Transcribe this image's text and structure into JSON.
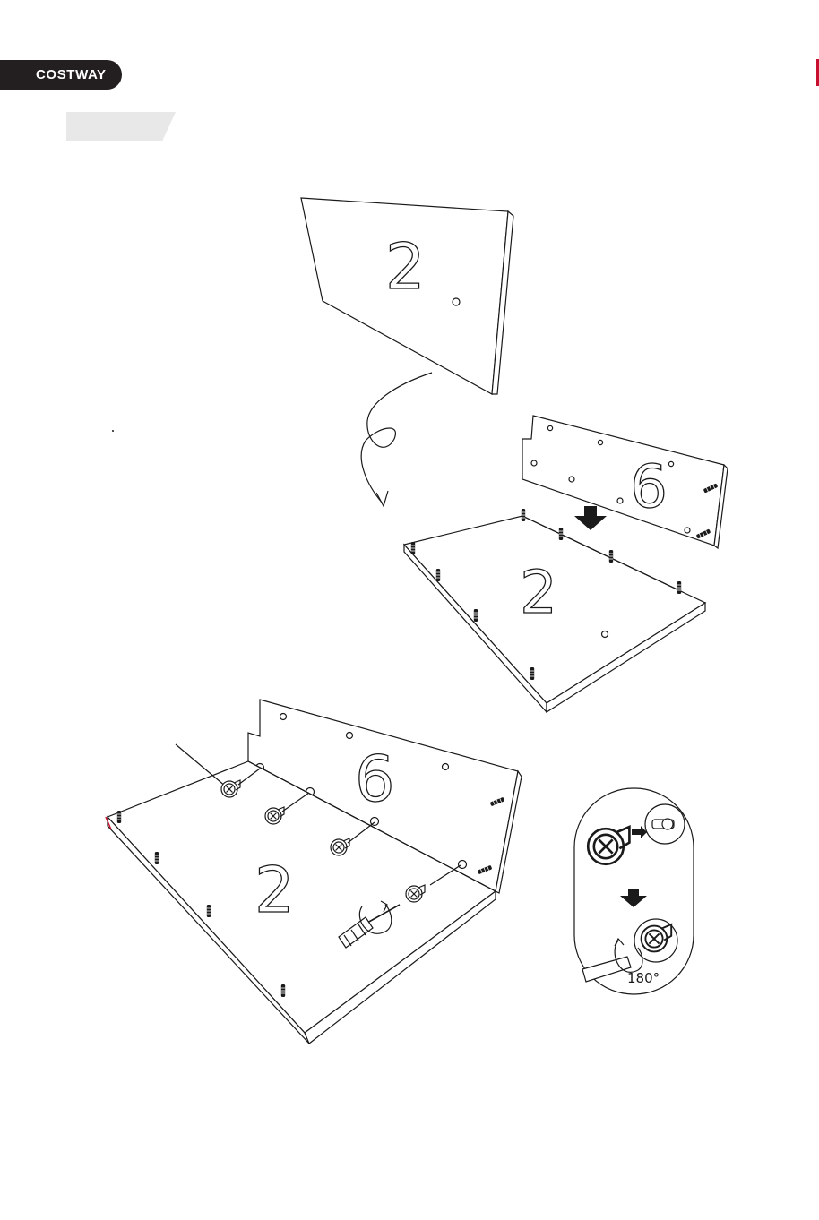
{
  "brand": {
    "name": "COSTWAY",
    "bg_color": "#231f20",
    "text_color": "#ffffff"
  },
  "step_tab": {
    "label": "",
    "color": "#e8e8e8"
  },
  "accent_color": "#c8102e",
  "panels": {
    "top_panel_label": "2",
    "side_panel_label": "6",
    "base_panel_label": "2",
    "bottom_side_label": "6",
    "bottom_base_label": "2"
  },
  "detail": {
    "rotation_label": "180°"
  },
  "icons": [
    "down-arrow-icon",
    "screwdriver-icon",
    "cam-lock-icon",
    "dowel-icon",
    "rotate-arrow-icon"
  ]
}
